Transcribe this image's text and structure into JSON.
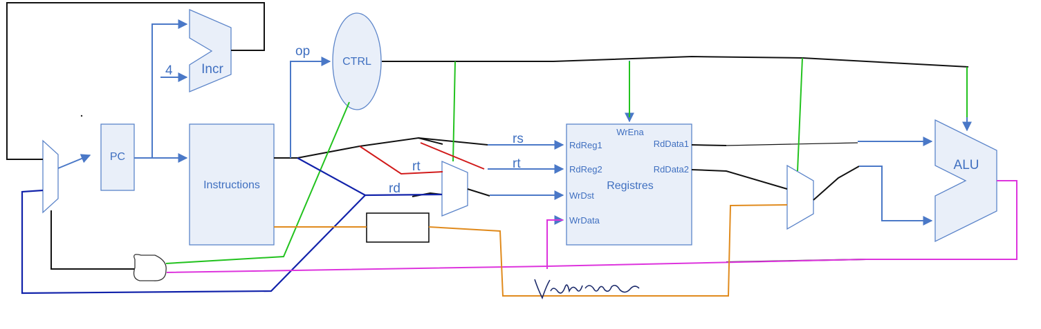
{
  "blocks": {
    "incr": "Incr",
    "four": "4",
    "pc": "PC",
    "instructions": "Instructions",
    "ctrl": "CTRL",
    "alu": "ALU",
    "registres": "Registres"
  },
  "signals": {
    "op": "op",
    "rs": "rs",
    "rt_upper": "rt",
    "rt_mux": "rt",
    "rd": "rd"
  },
  "register_ports": {
    "wrena": "WrEna",
    "rdreg1": "RdReg1",
    "rdreg2": "RdReg2",
    "wrdst": "WrDst",
    "wrdata": "WrData",
    "rddata1": "RdData1",
    "rddata2": "RdData2"
  },
  "colors": {
    "block_fill": "#e9eff9",
    "wire_blue": "#4a78c7",
    "wire_green": "#22c21e",
    "wire_red": "#d11a1a",
    "wire_navy": "#1122aa",
    "wire_magenta": "#dd33dd",
    "wire_orange": "#e08a1c"
  }
}
